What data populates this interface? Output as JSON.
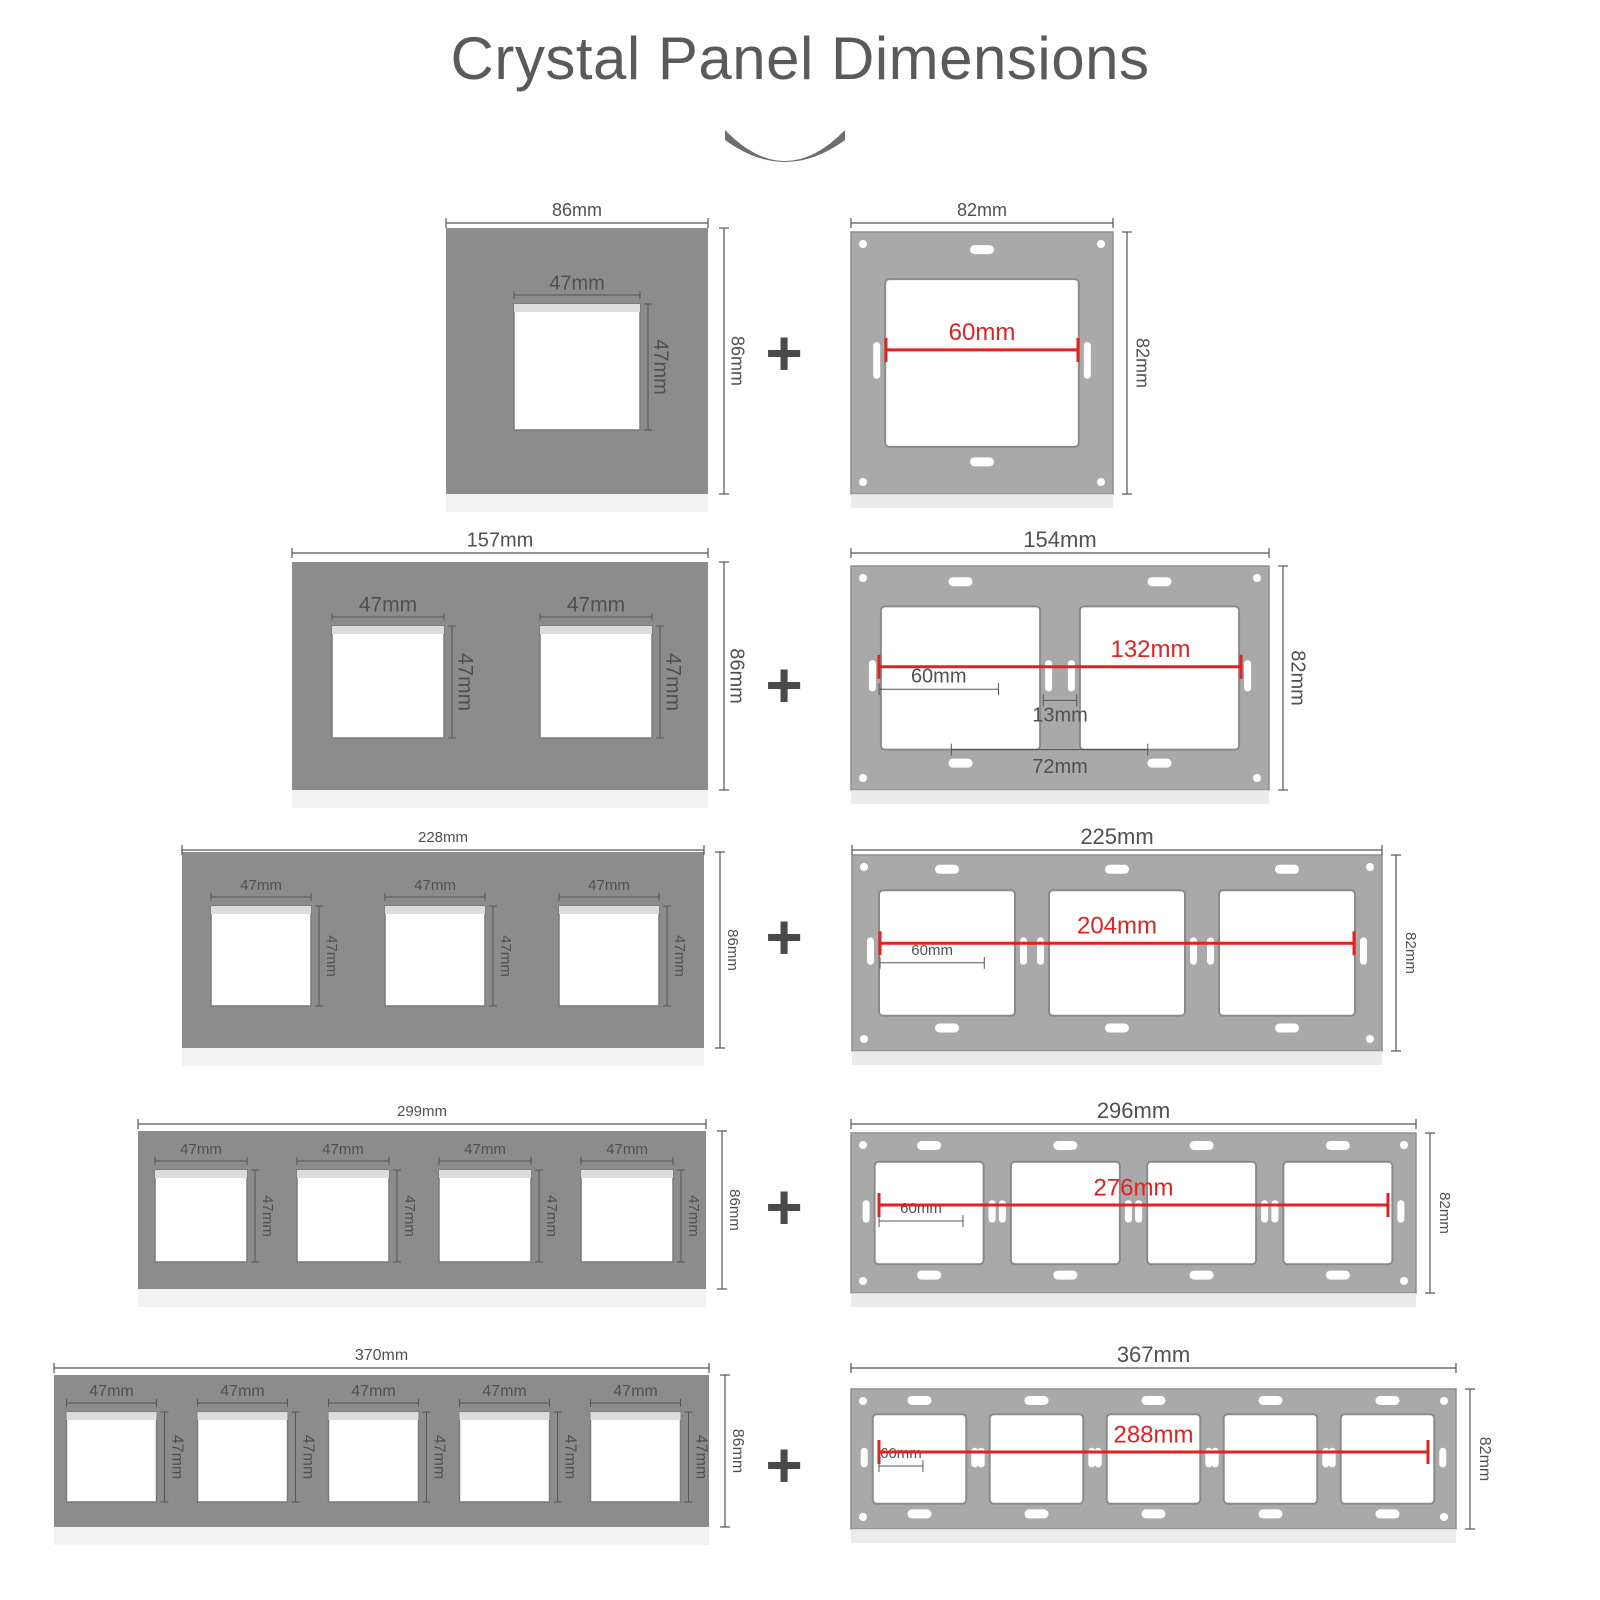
{
  "title": "Crystal Panel Dimensions",
  "rows": [
    {
      "gangs": 1,
      "glass": {
        "width": "86mm",
        "height": "86mm",
        "hole_w": "47mm",
        "hole_h": "47mm"
      },
      "frame": {
        "width": "82mm",
        "height": "82mm",
        "red_span": "60mm"
      }
    },
    {
      "gangs": 2,
      "glass": {
        "width": "157mm",
        "height": "86mm",
        "hole_w": "47mm",
        "hole_h": "47mm"
      },
      "frame": {
        "width": "154mm",
        "height": "82mm",
        "red_span": "132mm",
        "pitch": "60mm",
        "gap": "13mm",
        "spacing": "72mm"
      }
    },
    {
      "gangs": 3,
      "glass": {
        "width": "228mm",
        "height": "86mm",
        "hole_w": "47mm",
        "hole_h": "47mm"
      },
      "frame": {
        "width": "225mm",
        "height": "82mm",
        "red_span": "204mm",
        "pitch": "60mm"
      }
    },
    {
      "gangs": 4,
      "glass": {
        "width": "299mm",
        "height": "86mm",
        "hole_w": "47mm",
        "hole_h": "47mm"
      },
      "frame": {
        "width": "296mm",
        "height": "82mm",
        "red_span": "276mm",
        "pitch": "60mm"
      }
    },
    {
      "gangs": 5,
      "glass": {
        "width": "370mm",
        "height": "86mm",
        "hole_w": "47mm",
        "hole_h": "47mm"
      },
      "frame": {
        "width": "367mm",
        "height": "82mm",
        "red_span": "288mm",
        "pitch": "60mm"
      }
    }
  ],
  "plus_symbol": "+",
  "colors": {
    "glass": "#8c8c8c",
    "frame": "#a9a9a9",
    "accent_red": "#e02222",
    "text": "#505050"
  }
}
